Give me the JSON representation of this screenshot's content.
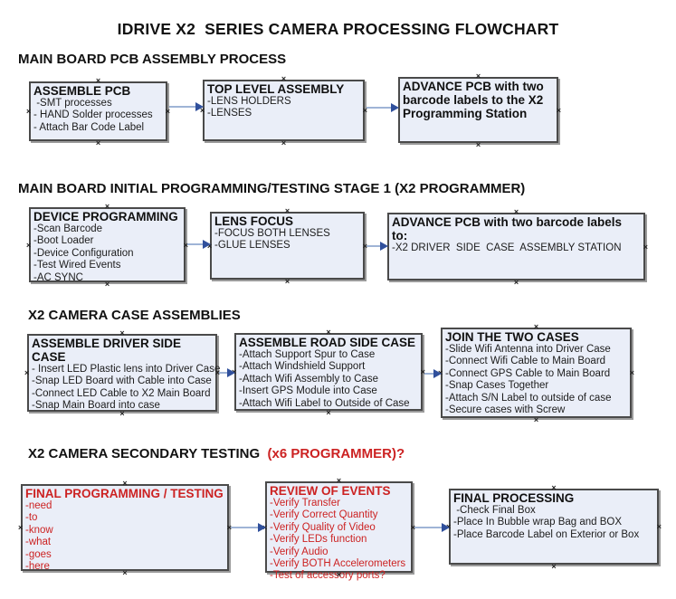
{
  "title": "IDRIVE X2  SERIES CAMERA PROCESSING FLOWCHART",
  "icons": {
    "connection_point": "×"
  },
  "colors": {
    "box_fill": "#eaeef8",
    "box_border": "#4a4a4a",
    "red_text": "#cc2222",
    "arrow_line": "#9fb4d6",
    "arrow_head": "#30509c"
  },
  "sections": [
    {
      "heading": "MAIN BOARD PCB ASSEMBLY PROCESS",
      "boxes": [
        {
          "title": "ASSEMBLE PCB",
          "items": [
            " -SMT processes",
            "- HAND Solder processes",
            "- Attach Bar Code Label"
          ]
        },
        {
          "title": "TOP LEVEL ASSEMBLY",
          "items": [
            "-LENS HOLDERS",
            "-LENSES"
          ]
        },
        {
          "title": "ADVANCE PCB with two barcode labels to the X2 Programming Station",
          "items": []
        }
      ]
    },
    {
      "heading": "MAIN BOARD INITIAL PROGRAMMING/TESTING STAGE 1 (X2 PROGRAMMER)",
      "boxes": [
        {
          "title": "DEVICE PROGRAMMING",
          "items": [
            "-Scan Barcode",
            "-Boot Loader",
            "-Device Configuration",
            "-Test Wired Events",
            "-AC SYNC"
          ]
        },
        {
          "title": "LENS FOCUS",
          "items": [
            "-FOCUS BOTH LENSES",
            "-GLUE LENSES"
          ]
        },
        {
          "title": "ADVANCE PCB with two barcode labels to:",
          "items": [
            "-X2 DRIVER  SIDE  CASE  ASSEMBLY STATION"
          ]
        }
      ]
    },
    {
      "heading": "X2 CAMERA CASE ASSEMBLIES",
      "boxes": [
        {
          "title": "ASSEMBLE DRIVER SIDE CASE",
          "items": [
            "- Insert LED Plastic lens into Driver Case",
            "-Snap LED Board with Cable into Case",
            "-Connect LED Cable to X2 Main Board",
            "-Snap Main Board into case"
          ]
        },
        {
          "title": "ASSEMBLE ROAD SIDE CASE",
          "items": [
            "-Attach Support Spur to Case",
            "-Attach Windshield Support",
            "-Attach Wifi Assembly to Case",
            "-Insert GPS Module into Case",
            "-Attach Wifi Label to Outside of Case"
          ]
        },
        {
          "title": "JOIN THE TWO CASES",
          "items": [
            "-Slide Wifi Antenna into Driver Case",
            "-Connect Wifi Cable to Main Board",
            "-Connect GPS Cable to Main Board",
            "-Snap Cases Together",
            "-Attach S/N Label to outside of case",
            "-Secure cases with Screw"
          ]
        }
      ]
    },
    {
      "heading": "X2 CAMERA SECONDARY TESTING ",
      "heading_red": " (x6 PROGRAMMER)?",
      "boxes": [
        {
          "title": "FINAL PROGRAMMING / TESTING",
          "red": true,
          "items": [
            "-need",
            "-to",
            "-know",
            "-what",
            "-goes",
            "-here"
          ]
        },
        {
          "title": "REVIEW OF EVENTS",
          "red": true,
          "items": [
            "-Verify Transfer",
            "-Verify Correct Quantity",
            "-Verify Quality of Video",
            "-Verify LEDs function",
            "-Verify Audio",
            "-Verify BOTH Accelerometers",
            "-Test of accessory ports?"
          ]
        },
        {
          "title": "FINAL PROCESSING",
          "items": [
            " -Check Final Box",
            "-Place In Bubble wrap Bag and BOX",
            "-Place Barcode Label on Exterior or Box"
          ]
        }
      ]
    }
  ]
}
